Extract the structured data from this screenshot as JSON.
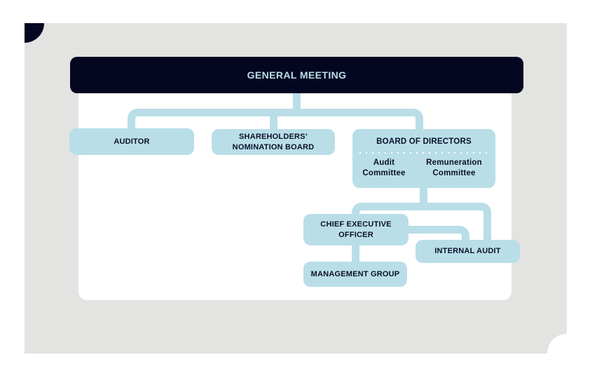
{
  "colors": {
    "page_bg": "#ffffff",
    "panel_bg": "#e3e3e1",
    "card_bg": "#ffffff",
    "dark_navy": "#050722",
    "light_blue": "#b9dee8",
    "title_text": "#bcdfe9",
    "node_text": "#0b102b",
    "separator_dots": "#ffffff"
  },
  "org_chart": {
    "general_meeting": "GENERAL MEETING",
    "auditor": "AUDITOR",
    "nomination_board": "SHAREHOLDERS’ NOMINATION BOARD",
    "board_of_directors": "BOARD OF DIRECTORS",
    "committees": [
      {
        "label": "Audit Committee"
      },
      {
        "label": "Remuneration Committee"
      }
    ],
    "ceo": "CHIEF EXECUTIVE OFFICER",
    "internal_audit": "INTERNAL AUDIT",
    "management_group": "MANAGEMENT GROUP",
    "edges": [
      {
        "from": "GENERAL MEETING",
        "to": "AUDITOR"
      },
      {
        "from": "GENERAL MEETING",
        "to": "SHAREHOLDERS’ NOMINATION BOARD"
      },
      {
        "from": "GENERAL MEETING",
        "to": "BOARD OF DIRECTORS"
      },
      {
        "from": "BOARD OF DIRECTORS",
        "to": "CHIEF EXECUTIVE OFFICER"
      },
      {
        "from": "BOARD OF DIRECTORS",
        "to": "INTERNAL AUDIT"
      },
      {
        "from": "CHIEF EXECUTIVE OFFICER",
        "to": "INTERNAL AUDIT"
      },
      {
        "from": "CHIEF EXECUTIVE OFFICER",
        "to": "MANAGEMENT GROUP"
      }
    ]
  }
}
